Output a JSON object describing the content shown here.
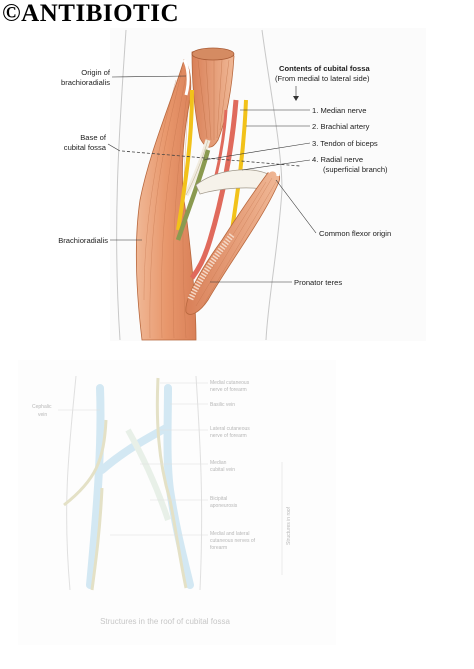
{
  "watermark": "©ANTIBIOTIC",
  "top_figure": {
    "heading": "Contents of cubital fossa",
    "subheading": "(From medial to lateral side)",
    "left_labels": {
      "origin_line1": "Origin of",
      "origin_line2": "brachioradialis",
      "base_line1": "Base of",
      "base_line2": "cubital fossa",
      "brachioradialis": "Brachioradialis"
    },
    "contents": [
      "1. Median nerve",
      "2. Brachial artery",
      "3. Tendon of biceps",
      "4. Radial nerve",
      "(superficial branch)"
    ],
    "common_flexor": "Common flexor origin",
    "pronator_teres": "Pronator teres"
  },
  "bottom_figure": {
    "caption": "Structures in the roof of cubital fossa",
    "left_labels": [
      "Cephalic",
      "vein"
    ],
    "right_labels": [
      "Medial cutaneous",
      "nerve of forearm",
      "Basilic vein",
      "Lateral cutaneous",
      "nerve of forearm",
      "Median",
      "cubital vein",
      "Bicipital",
      "aponeurosis",
      "Medial and lateral",
      "cutaneous nerves of",
      "forearm"
    ],
    "vertical_label": "Structures in roof"
  },
  "colors": {
    "muscle": "#e8a07a",
    "muscle_dark": "#c8704a",
    "nerve": "#f2c21a",
    "artery": "#e06a5c",
    "tendon": "#8a9a50",
    "vein_faint": "#cfe6f2",
    "nerve_faint": "#e6e2c6"
  }
}
